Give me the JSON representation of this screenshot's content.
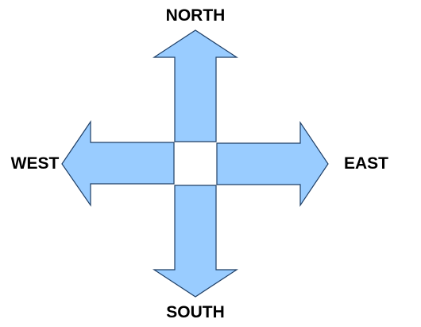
{
  "labels": {
    "north": "NORTH",
    "south": "SOUTH",
    "east": "EAST",
    "west": "WEST"
  },
  "colors": {
    "arrow_fill": "#99ccff",
    "arrow_stroke": "#1f3f66",
    "text": "#000000",
    "background": "#ffffff"
  }
}
